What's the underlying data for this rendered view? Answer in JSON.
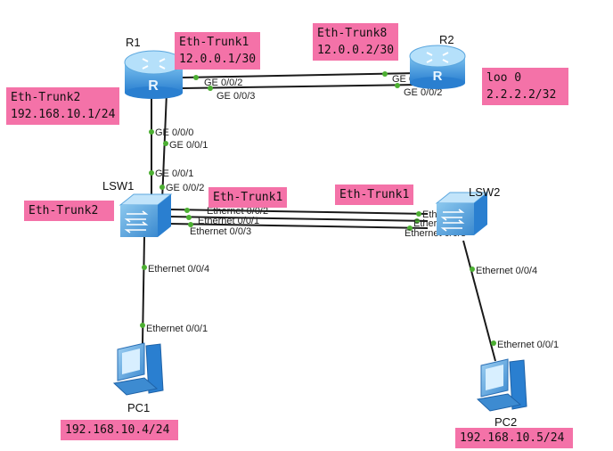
{
  "devices": {
    "r1": {
      "name": "R1"
    },
    "r2": {
      "name": "R2"
    },
    "lsw1": {
      "name": "LSW1"
    },
    "lsw2": {
      "name": "LSW2"
    },
    "pc1": {
      "name": "PC1"
    },
    "pc2": {
      "name": "PC2"
    }
  },
  "labels": {
    "r1_trunk1": [
      "Eth-Trunk1",
      "12.0.0.1/30"
    ],
    "r2_trunk8": [
      "Eth-Trunk8",
      "12.0.0.2/30"
    ],
    "r2_loopback": [
      "loo 0",
      "2.2.2.2/32"
    ],
    "r1_trunk2": [
      "Eth-Trunk2",
      "192.168.10.1/24"
    ],
    "lsw1_trunk1": [
      "Eth-Trunk1"
    ],
    "lsw2_trunk1": [
      "Eth-Trunk1"
    ],
    "lsw1_trunk2": [
      "Eth-Trunk2"
    ],
    "pc1_ip": [
      "192.168.10.4/24"
    ],
    "pc2_ip": [
      "192.168.10.5/24"
    ]
  },
  "ports": {
    "r1_g002": "GE 0/0/2",
    "r1_g003": "GE 0/0/3",
    "r2_g003": "GE 0/0/3",
    "r2_g002": "GE 0/0/2",
    "r1_g000": "GE 0/0/0",
    "r1_g001": "GE 0/0/1",
    "lsw1_g001": "GE 0/0/1",
    "lsw1_g002": "GE 0/0/2",
    "lsw1_e002": "Ethernet 0/0/2",
    "lsw1_e001": "Ethernet 0/0/1",
    "lsw1_e003": "Ethernet 0/0/3",
    "lsw2_e002": "Ethernet 0/0/2",
    "lsw2_e001": "Ethernet 0/0/1",
    "lsw2_e003": "Ethernet 0/0/3",
    "lsw1_e004": "Ethernet 0/0/4",
    "pc1_e001": "Ethernet 0/0/1",
    "lsw2_e004": "Ethernet 0/0/4",
    "pc2_e001": "Ethernet 0/0/1"
  },
  "colors": {
    "label_bg": "#f472a8",
    "port_dot": "#4caf32",
    "device_blue": "#2f86d6",
    "link": "#1a1a1a"
  }
}
